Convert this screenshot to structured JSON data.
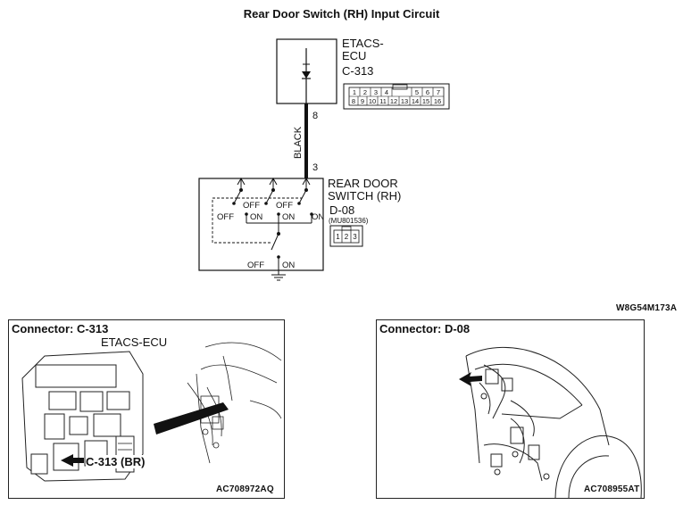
{
  "title": "Rear Door Switch (RH) Input Circuit",
  "ecu": {
    "name_line1": "ETACS-",
    "name_line2": "ECU",
    "connector": "C-313",
    "pins_top": [
      "1",
      "2",
      "3",
      "4",
      "5",
      "6",
      "7"
    ],
    "pins_bottom": [
      "8",
      "9",
      "10",
      "11",
      "12",
      "13",
      "14",
      "15",
      "16"
    ]
  },
  "wire": {
    "color_label": "BLACK",
    "ecu_pin": "8",
    "switch_pin": "3"
  },
  "switch": {
    "name_line1": "REAR DOOR",
    "name_line2": "SWITCH (RH)",
    "connector": "D-08",
    "part_number": "(MU801536)",
    "pins": [
      "1",
      "2",
      "3"
    ],
    "labels": {
      "off": "OFF",
      "on": "ON"
    }
  },
  "diagram_code": "W8G54M173A",
  "panels": {
    "left": {
      "title": "Connector: C-313",
      "subtitle": "ETACS-ECU",
      "callout": "C-313 (BR)",
      "code": "AC708972AQ"
    },
    "right": {
      "title": "Connector: D-08",
      "code": "AC708955AT"
    }
  }
}
